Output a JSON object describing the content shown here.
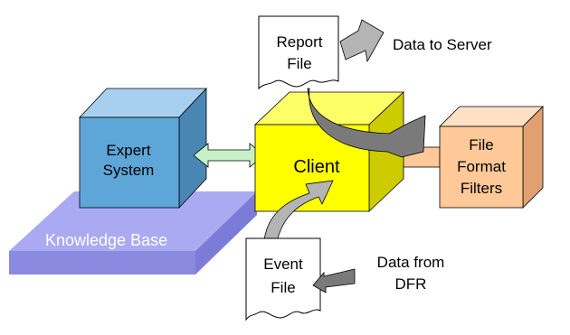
{
  "labels": {
    "expert_system": [
      "Expert",
      "System"
    ],
    "client": "Client",
    "file_format_filters": [
      "File",
      "Format",
      "Filters"
    ],
    "knowledge_base": "Knowledge Base",
    "report_file": [
      "Report",
      "File"
    ],
    "event_file": [
      "Event",
      "File"
    ],
    "data_to_server": "Data to Server",
    "data_from_dfr": [
      "Data from",
      "DFR"
    ]
  },
  "colors": {
    "expert_front": "#5fa6d8",
    "expert_top": "#a8d0ee",
    "expert_side": "#4a86b4",
    "client_front": "#ffff00",
    "client_top": "#ffff66",
    "client_side": "#cccc00",
    "filters_front": "#ffc898",
    "filters_top": "#ffe0c4",
    "filters_side": "#e0a070",
    "kb_top": "#aaaaf2",
    "kb_side": "#7c7cd8",
    "arrow_gray": "#b4b4b4",
    "arrow_dark": "#7a7a7a",
    "connector_green": "#c8f0c8",
    "connector_peach": "#ffc898"
  }
}
